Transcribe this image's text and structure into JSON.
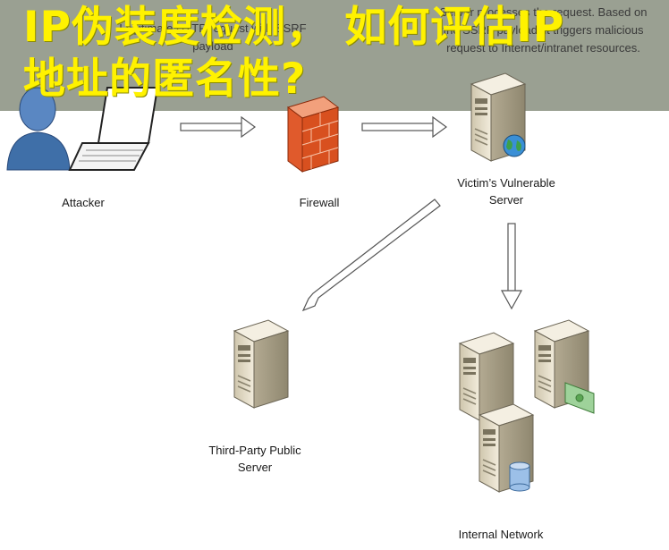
{
  "hidden_text": {
    "request_note_line1": "Legitimate HTTP request with SSRF",
    "request_note_line2": "payload",
    "server_note_line1": "Server processes the request. Based on",
    "server_note_line2": "the SSRF payload, it triggers malicious",
    "server_note_line3": "request to Internet/intranet resources."
  },
  "overlay_title": {
    "line1": "IP伪装度检测， 如何评估IP",
    "line2": "地址的匿名性?"
  },
  "nodes": {
    "attacker": "Attacker",
    "firewall": "Firewall",
    "victim_line1": "Victim’s Vulnerable",
    "victim_line2": "Server",
    "third_party_line1": "Third-Party Public",
    "third_party_line2": "Server",
    "internal": "Internal Network"
  },
  "colors": {
    "banner": "#9aa092",
    "overlay_text": "#fff200",
    "server_body": "#e9e2cf",
    "firewall": "#e05a2c",
    "person": "#3f6fa8"
  }
}
